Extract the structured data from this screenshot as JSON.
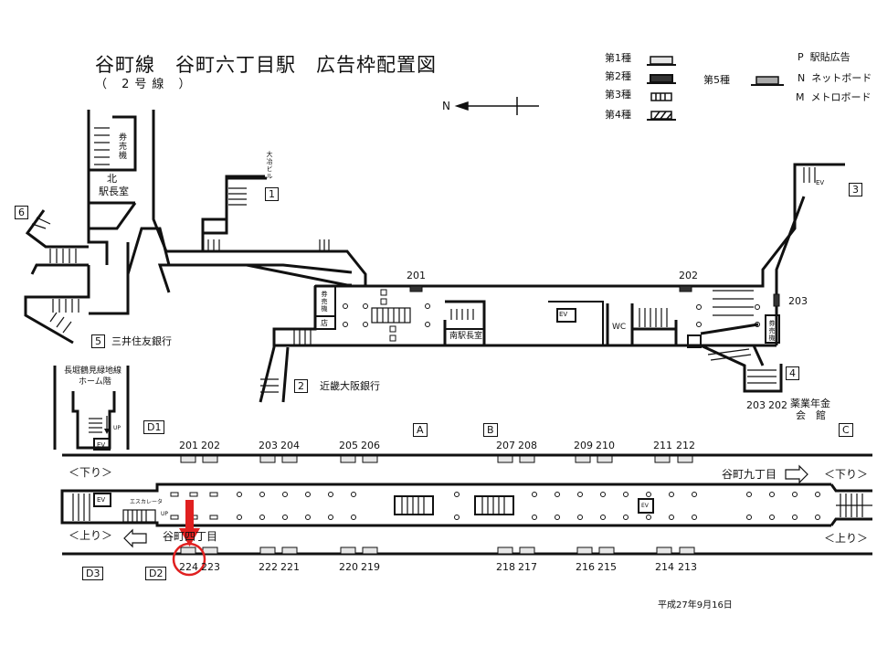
{
  "header": {
    "title": "谷町線　谷町六丁目駅　広告枠配置図",
    "subtitle": "（ 2号線 ）",
    "north_label": "N"
  },
  "legend": {
    "types": [
      {
        "label": "第1種",
        "color": "#e6e6e6"
      },
      {
        "label": "第2種",
        "color": "#333333"
      },
      {
        "label": "第3種",
        "color": "#ffffff"
      },
      {
        "label": "第4種",
        "color": "#ffffff"
      },
      {
        "label": "第5種",
        "color": "#aaaaaa"
      }
    ],
    "codes": [
      {
        "code": "P",
        "label": "駅貼広告"
      },
      {
        "code": "N",
        "label": "ネットボード"
      },
      {
        "code": "M",
        "label": "メトロボード"
      }
    ]
  },
  "exits": [
    "1",
    "2",
    "3",
    "4",
    "5",
    "6",
    "A",
    "B",
    "C",
    "D1",
    "D2",
    "D3"
  ],
  "landmarks": {
    "exit1": "大冶ビル",
    "exit2": "近畿大阪銀行",
    "exit4": "薬業年金会館",
    "exit4_line2": "会　館",
    "exit4_line1": "薬業年金",
    "exit5": "三井住友銀行",
    "nagahori": "長堀鶴見緑地線",
    "nagahori2": "ホーム階"
  },
  "rooms": {
    "ticket": "券売機",
    "north_office_1": "北",
    "north_office_2": "駅長室",
    "south_office": "南駅長室",
    "shop": "店",
    "wc": "WC",
    "ev": "EV",
    "escalator": "エスカレータ",
    "up": "UP"
  },
  "concourse_ads": [
    "201",
    "202",
    "203"
  ],
  "exit4_ads": [
    "203",
    "202"
  ],
  "platform": {
    "down_label": "＜下り＞",
    "up_label": "＜上り＞",
    "down_direction": "谷町九丁目",
    "up_direction": "谷町四丁目",
    "top_ads": [
      "201",
      "202",
      "203",
      "204",
      "205",
      "206",
      "207",
      "208",
      "209",
      "210",
      "211",
      "212"
    ],
    "bottom_ads": [
      "224",
      "223",
      "222",
      "221",
      "220",
      "219",
      "218",
      "217",
      "216",
      "215",
      "214",
      "213"
    ],
    "highlighted_ad": "224",
    "highlight_color": "#e02020"
  },
  "date": "平成27年9月16日"
}
